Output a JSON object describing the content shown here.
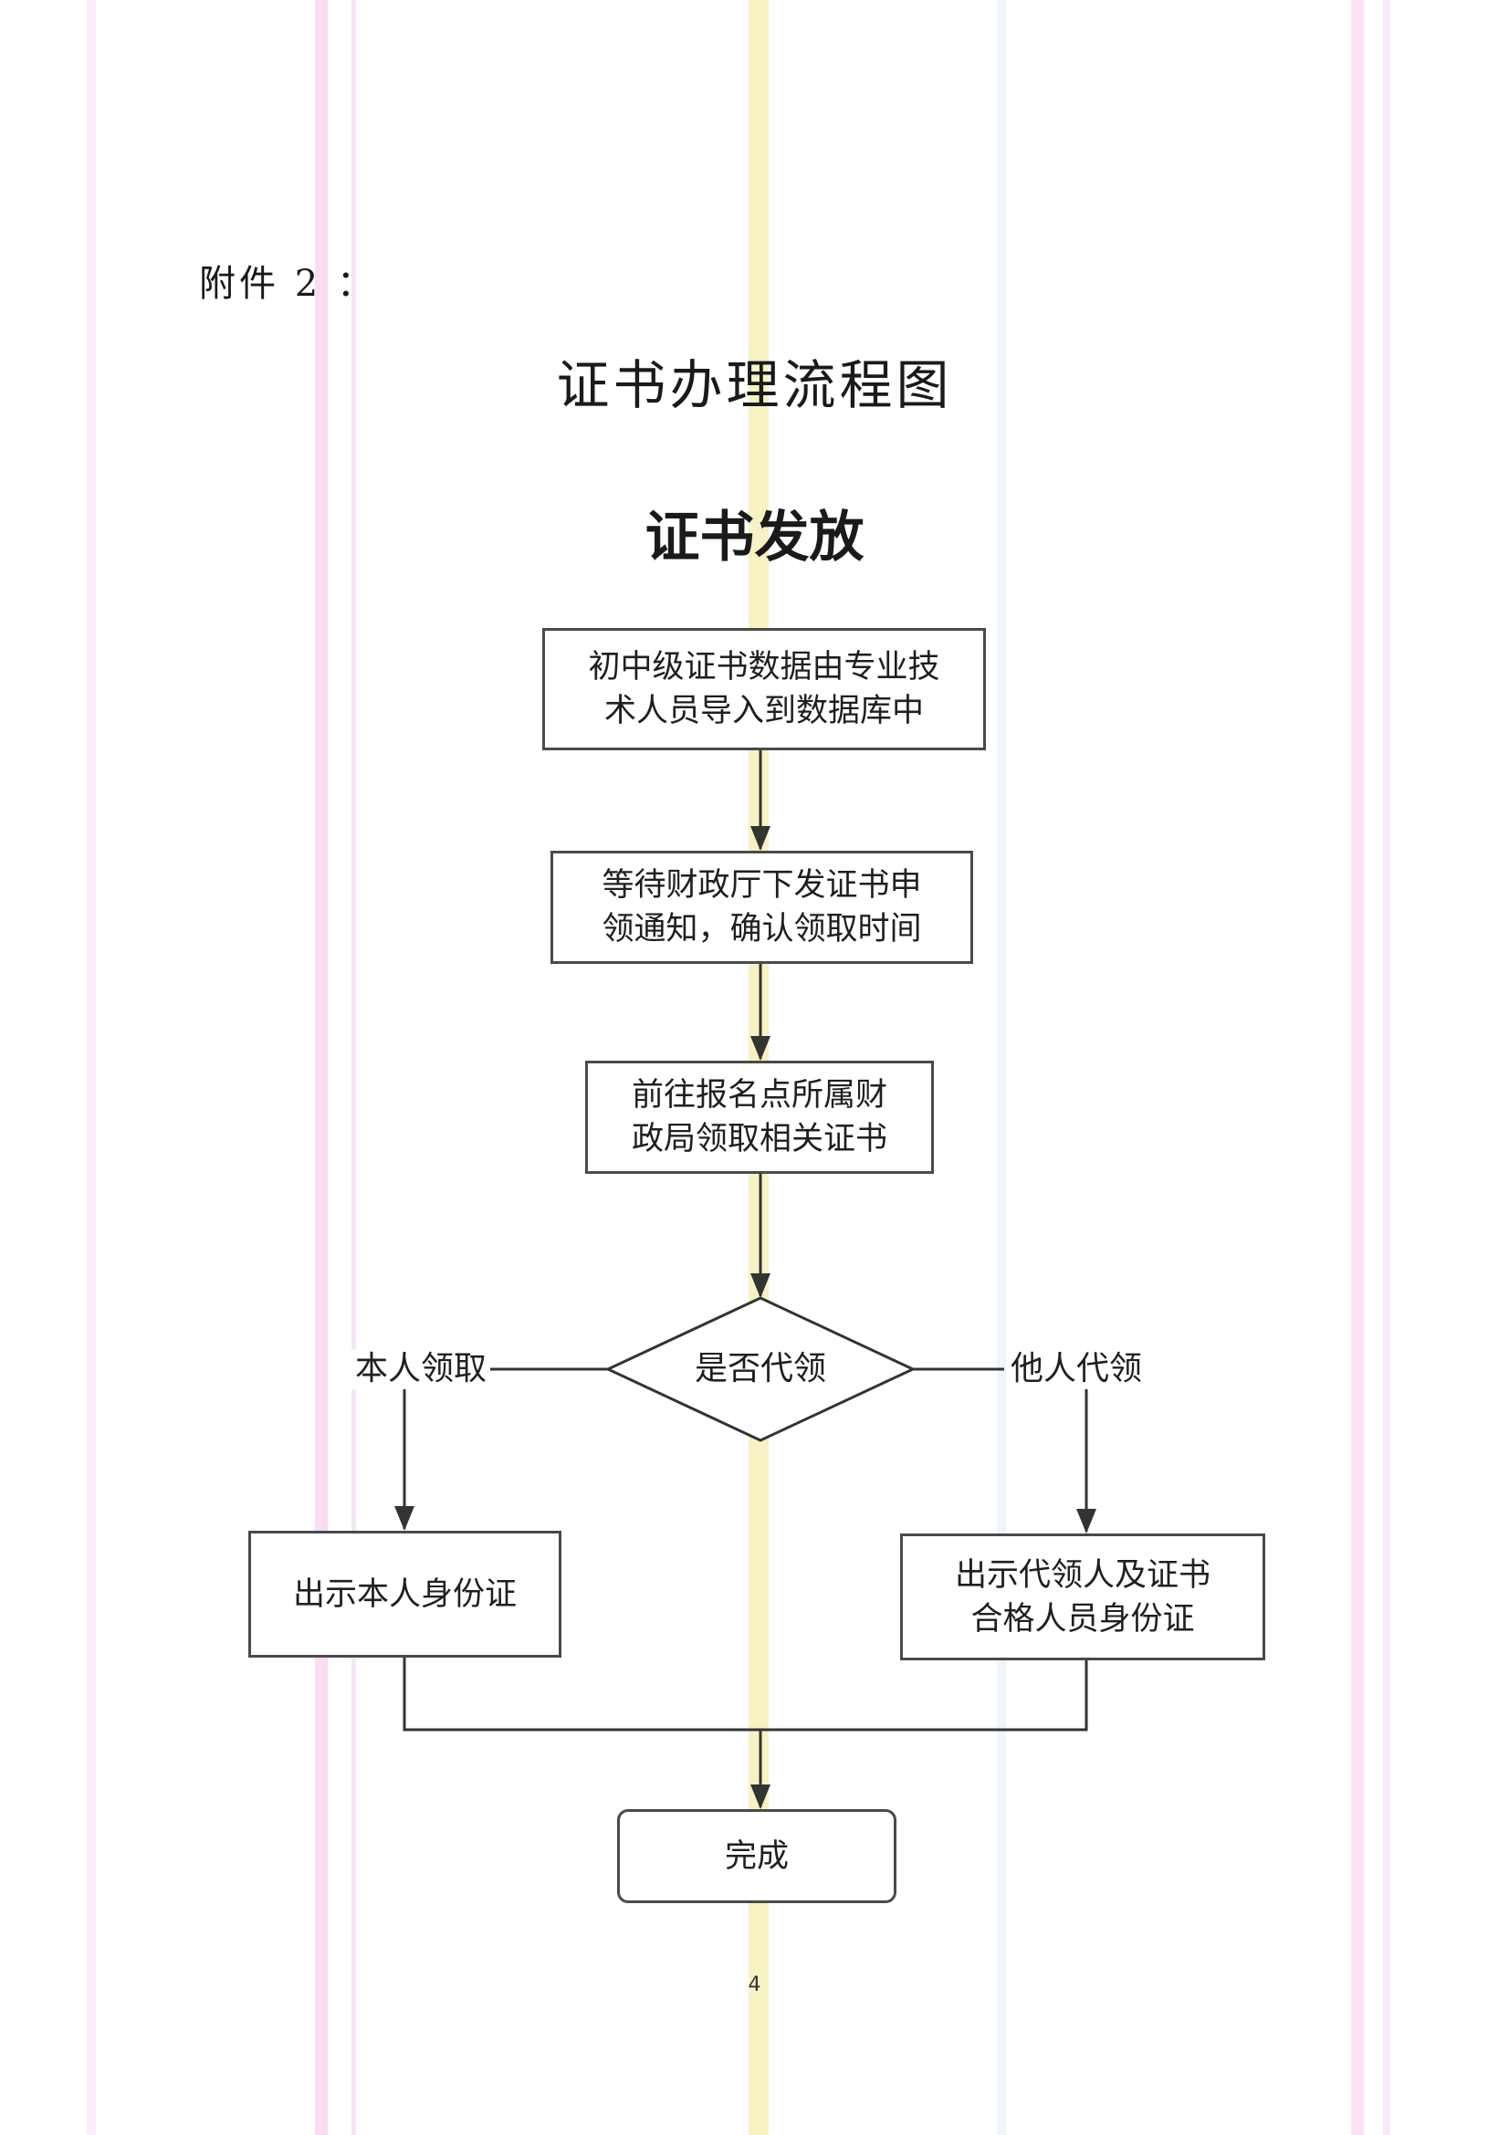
{
  "document": {
    "attachment_label": "附件 2 ：",
    "title": "证书办理流程图",
    "page_number": "4"
  },
  "flowchart": {
    "section_title": "证书发放",
    "steps": [
      {
        "line1": "初中级证书数据由专业技",
        "line2": "术人员导入到数据库中"
      },
      {
        "line1": "等待财政厅下发证书申",
        "line2": "领通知，确认领取时间"
      },
      {
        "line1": "前往报名点所属财",
        "line2": "政局领取相关证书"
      }
    ],
    "decision": "是否代领",
    "branches": {
      "left": {
        "label": "本人领取",
        "step": "出示本人身份证"
      },
      "right": {
        "label": "他人代领",
        "step_line1": "出示代领人及证书",
        "step_line2": "合格人员身份证"
      }
    },
    "end": "完成"
  },
  "colors": {
    "line": "#333333",
    "box_border": "#4a4a4a",
    "scan_pink": "#f6d3ef",
    "scan_yellow": "#f5efb0"
  }
}
